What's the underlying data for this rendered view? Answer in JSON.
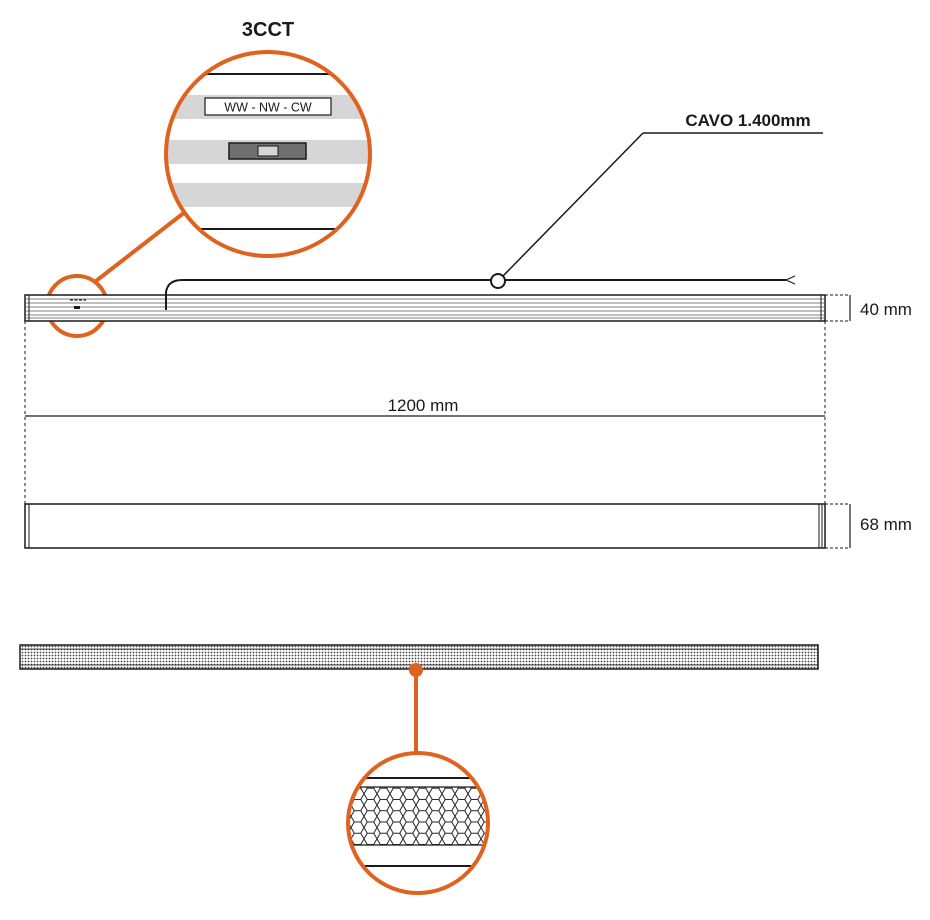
{
  "callout_top": {
    "title": "3CCT",
    "switch_label": "WW - NW - CW"
  },
  "cable": {
    "label": "CAVO 1.400mm"
  },
  "dimensions": {
    "height": "40 mm",
    "length": "1200 mm",
    "width": "68 mm"
  },
  "colors": {
    "accent": "#e0621f",
    "line": "#1a1a1a",
    "band": "#d6d6d6",
    "switch_body": "#707070"
  }
}
